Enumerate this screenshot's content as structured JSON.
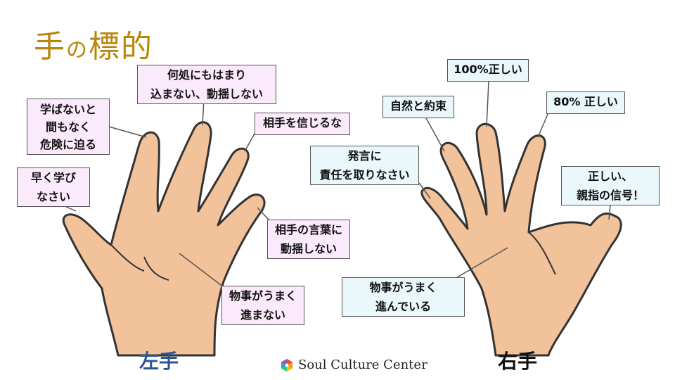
{
  "title": {
    "main": "手",
    "particle": "の",
    "rest": "標的"
  },
  "left_hand": {
    "caption": "左手",
    "caption_color": "#2b5797",
    "labels": [
      {
        "line1": "早く学び",
        "line2": "なさい"
      },
      {
        "line1": "学ばないと",
        "line2": "間もなく",
        "line3": "危険に迫る"
      },
      {
        "line1": "何処にもはまり",
        "line2": "込まない、動揺しない"
      },
      {
        "line1": "相手を信じるな"
      },
      {
        "line1": "相手の言葉に",
        "line2": "動揺しない"
      },
      {
        "line1": "物事がうまく",
        "line2": "進まない"
      }
    ]
  },
  "right_hand": {
    "caption": "右手",
    "caption_color": "#111111",
    "labels": [
      {
        "line1": "100%正しい"
      },
      {
        "line1": "自然と約束"
      },
      {
        "line1": "80% 正しい"
      },
      {
        "line1": "発言に",
        "line2": "責任を取りなさい"
      },
      {
        "line1": "正しい、",
        "line2": "親指の信号！"
      },
      {
        "line1": "物事がうまく",
        "line2": "進んでいる"
      }
    ]
  },
  "footer": {
    "text": "Soul Culture Center",
    "logo": "hexagon-flower-logo"
  },
  "colors": {
    "skin": "#f2c39b",
    "outline": "#333333",
    "pink_box": "#fbeafb",
    "blue_box": "#eaf7fb",
    "title": "#b8860b"
  }
}
